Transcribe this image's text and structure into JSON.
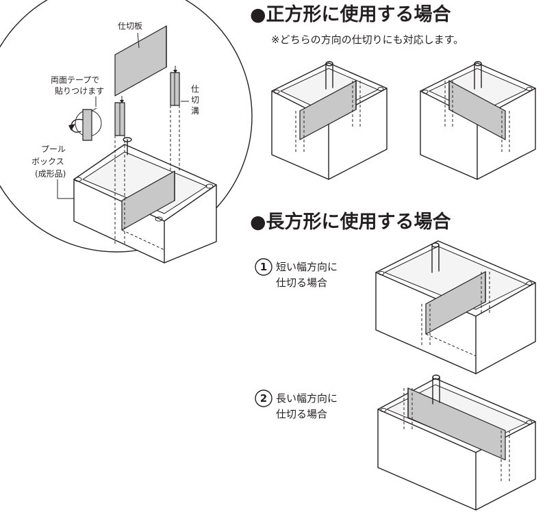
{
  "headings": {
    "square": "●正方形に使用する場合",
    "square_note": "※どちらの方向の仕切りにも対応します。",
    "rect": "●長方形に使用する場合"
  },
  "callouts": {
    "partition_board": "仕切板",
    "tape_line1": "両面テープで",
    "tape_line2": "貼りつけます",
    "groove_1": "仕",
    "groove_2": "切",
    "groove_3": "溝",
    "box_line1": "プール",
    "box_line2": "ボックス",
    "box_line3": "(成形品)"
  },
  "rect_cases": [
    {
      "number": "1",
      "line1": "短い幅方向に",
      "line2": "仕切る場合"
    },
    {
      "number": "2",
      "line1": "長い幅方向に",
      "line2": "仕切る場合"
    }
  ],
  "colors": {
    "ink": "#231f20",
    "partition_fill": "#c8c8c8",
    "background": "#ffffff"
  }
}
